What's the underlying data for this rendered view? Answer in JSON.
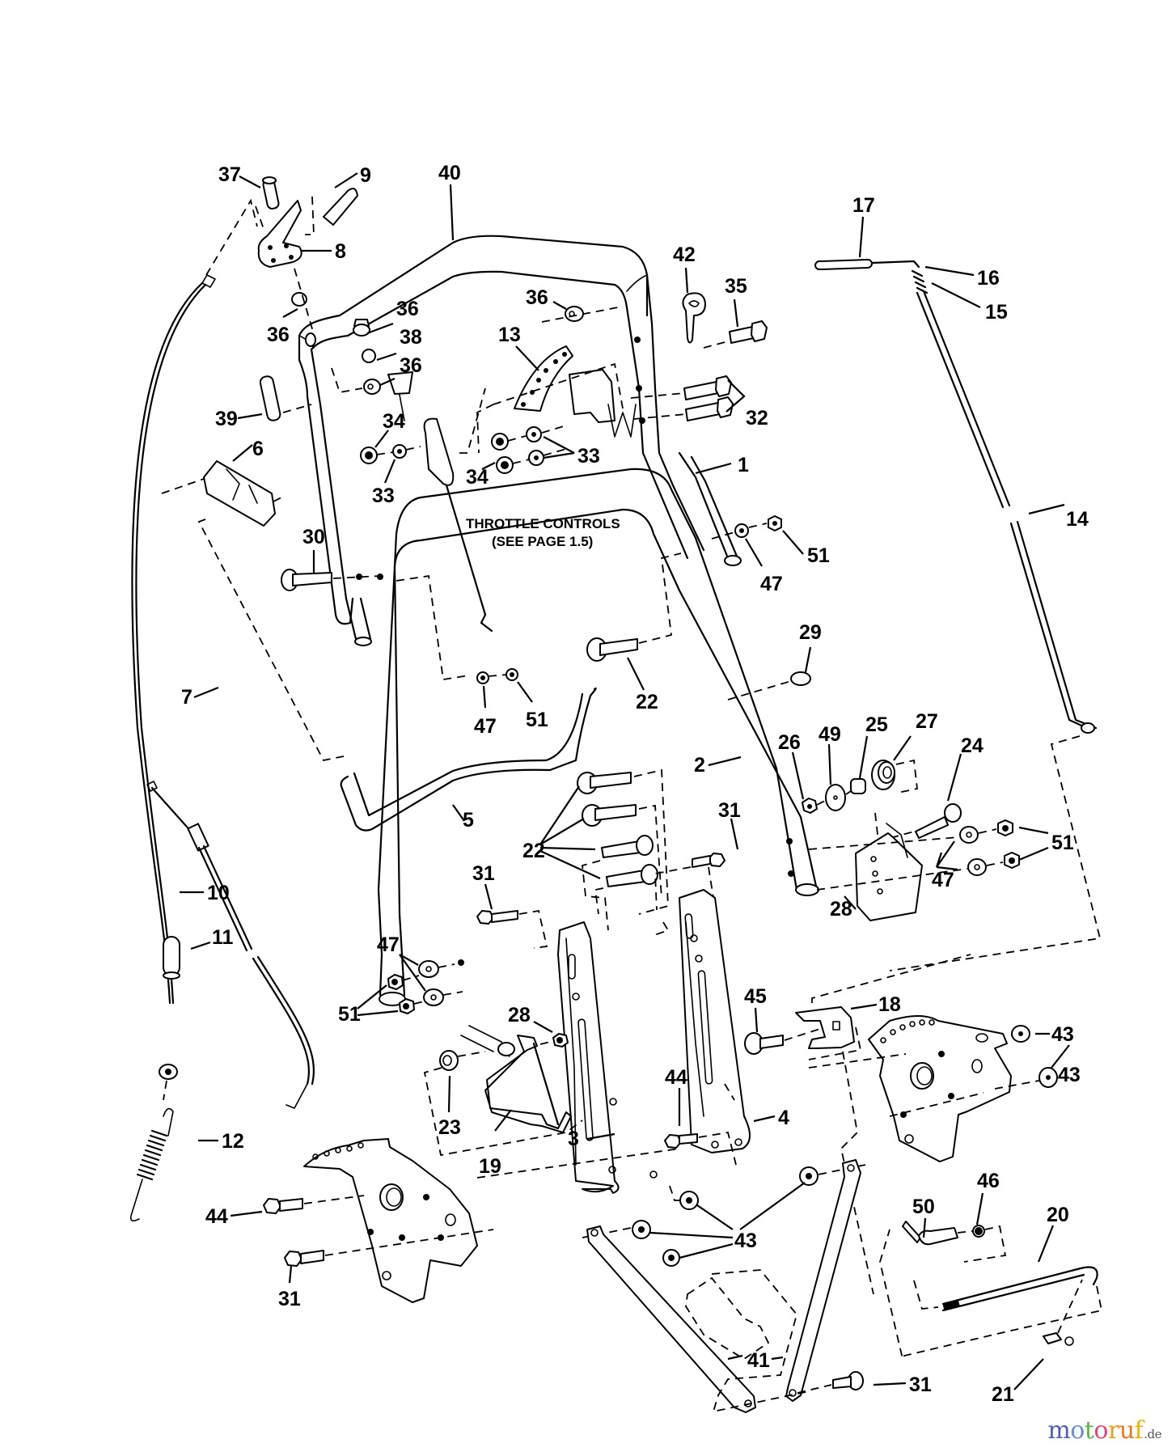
{
  "diagram": {
    "title": "Handle and Controls Assembly - Exploded Parts Diagram",
    "note": {
      "line1": "THROTTLE CONTROLS",
      "line2": "(SEE PAGE 1.5)"
    },
    "callouts": [
      {
        "id": "c37",
        "label": "37",
        "part": "pin"
      },
      {
        "id": "c9",
        "label": "9",
        "part": "grip"
      },
      {
        "id": "c8",
        "label": "8",
        "part": "control-lever"
      },
      {
        "id": "c40",
        "label": "40",
        "part": "upper-handle"
      },
      {
        "id": "c36a",
        "label": "36",
        "part": "bushing"
      },
      {
        "id": "c36b",
        "label": "36",
        "part": "bushing"
      },
      {
        "id": "c38",
        "label": "38",
        "part": "nut"
      },
      {
        "id": "c36c",
        "label": "36",
        "part": "bushing"
      },
      {
        "id": "c36d",
        "label": "36",
        "part": "bushing"
      },
      {
        "id": "c42",
        "label": "42",
        "part": "clip"
      },
      {
        "id": "c35",
        "label": "35",
        "part": "bolt"
      },
      {
        "id": "c13",
        "label": "13",
        "part": "shift-plate"
      },
      {
        "id": "c32",
        "label": "32",
        "part": "bolts"
      },
      {
        "id": "c17",
        "label": "17",
        "part": "handle-grip-rod"
      },
      {
        "id": "c16",
        "label": "16",
        "part": "spring"
      },
      {
        "id": "c15",
        "label": "15",
        "part": "rod"
      },
      {
        "id": "c39",
        "label": "39",
        "part": "sleeve"
      },
      {
        "id": "c34a",
        "label": "34",
        "part": "nut"
      },
      {
        "id": "c33a",
        "label": "33",
        "part": "washer"
      },
      {
        "id": "c33b",
        "label": "33",
        "part": "washers"
      },
      {
        "id": "c34b",
        "label": "34",
        "part": "nut"
      },
      {
        "id": "c6",
        "label": "6",
        "part": "cable-guide"
      },
      {
        "id": "c1",
        "label": "1",
        "part": "handle-rh"
      },
      {
        "id": "c14",
        "label": "14",
        "part": "shift-rod"
      },
      {
        "id": "c47a",
        "label": "47",
        "part": "washer"
      },
      {
        "id": "c51a",
        "label": "51",
        "part": "nut"
      },
      {
        "id": "c30",
        "label": "30",
        "part": "carriage-bolt"
      },
      {
        "id": "c29",
        "label": "29",
        "part": "clamp"
      },
      {
        "id": "c7",
        "label": "7",
        "part": "cable"
      },
      {
        "id": "c47b",
        "label": "47",
        "part": "washer"
      },
      {
        "id": "c51b",
        "label": "51",
        "part": "nut"
      },
      {
        "id": "c22a",
        "label": "22",
        "part": "carriage-bolt"
      },
      {
        "id": "c2",
        "label": "2",
        "part": "handle-lh"
      },
      {
        "id": "c26",
        "label": "26",
        "part": "nut"
      },
      {
        "id": "c49",
        "label": "49",
        "part": "washer"
      },
      {
        "id": "c25",
        "label": "25",
        "part": "spacer"
      },
      {
        "id": "c27",
        "label": "27",
        "part": "pulley"
      },
      {
        "id": "c5",
        "label": "5",
        "part": "rod"
      },
      {
        "id": "c24",
        "label": "24",
        "part": "bolt"
      },
      {
        "id": "c31a",
        "label": "31",
        "part": "bolt"
      },
      {
        "id": "c22b",
        "label": "22",
        "part": "carriage-bolts"
      },
      {
        "id": "c51c",
        "label": "51",
        "part": "nuts"
      },
      {
        "id": "c10",
        "label": "10",
        "part": "cable"
      },
      {
        "id": "c31b",
        "label": "31",
        "part": "bolt"
      },
      {
        "id": "c47c",
        "label": "47",
        "part": "washers"
      },
      {
        "id": "c28a",
        "label": "28",
        "part": "bracket"
      },
      {
        "id": "c11",
        "label": "11",
        "part": "cable-boot"
      },
      {
        "id": "c47d",
        "label": "47",
        "part": "washers"
      },
      {
        "id": "c51d",
        "label": "51",
        "part": "nuts"
      },
      {
        "id": "c45",
        "label": "45",
        "part": "shoulder-bolt"
      },
      {
        "id": "c18",
        "label": "18",
        "part": "bracket"
      },
      {
        "id": "c43a",
        "label": "43",
        "part": "nut"
      },
      {
        "id": "c28b",
        "label": "28",
        "part": "nut"
      },
      {
        "id": "c43b",
        "label": "43",
        "part": "nut"
      },
      {
        "id": "c44a",
        "label": "44",
        "part": "bolt"
      },
      {
        "id": "c23",
        "label": "23",
        "part": "bushing"
      },
      {
        "id": "c4",
        "label": "4",
        "part": "handle-bracket-rh"
      },
      {
        "id": "c12",
        "label": "12",
        "part": "spring"
      },
      {
        "id": "c19",
        "label": "19",
        "part": "bracket"
      },
      {
        "id": "c3",
        "label": "3",
        "part": "handle-bracket-lh"
      },
      {
        "id": "c50",
        "label": "50",
        "part": "ferrule"
      },
      {
        "id": "c46",
        "label": "46",
        "part": "nut"
      },
      {
        "id": "c20",
        "label": "20",
        "part": "shift-rod"
      },
      {
        "id": "c44b",
        "label": "44",
        "part": "bolt"
      },
      {
        "id": "c43c",
        "label": "43",
        "part": "nuts"
      },
      {
        "id": "c31c",
        "label": "31",
        "part": "bolt"
      },
      {
        "id": "c41",
        "label": "41",
        "part": "brace"
      },
      {
        "id": "c31d",
        "label": "31",
        "part": "bolt"
      },
      {
        "id": "c21",
        "label": "21",
        "part": "ferrule"
      }
    ]
  },
  "watermark": {
    "letters": [
      {
        "ch": "m",
        "color": "#4a5fae"
      },
      {
        "ch": "o",
        "color": "#6a8fd0"
      },
      {
        "ch": "t",
        "color": "#5cb34a"
      },
      {
        "ch": "o",
        "color": "#e0457a"
      },
      {
        "ch": "r",
        "color": "#e8a020"
      },
      {
        "ch": "u",
        "color": "#e07b1f"
      },
      {
        "ch": "f",
        "color": "#f0b000"
      }
    ],
    "tld": ".de"
  }
}
